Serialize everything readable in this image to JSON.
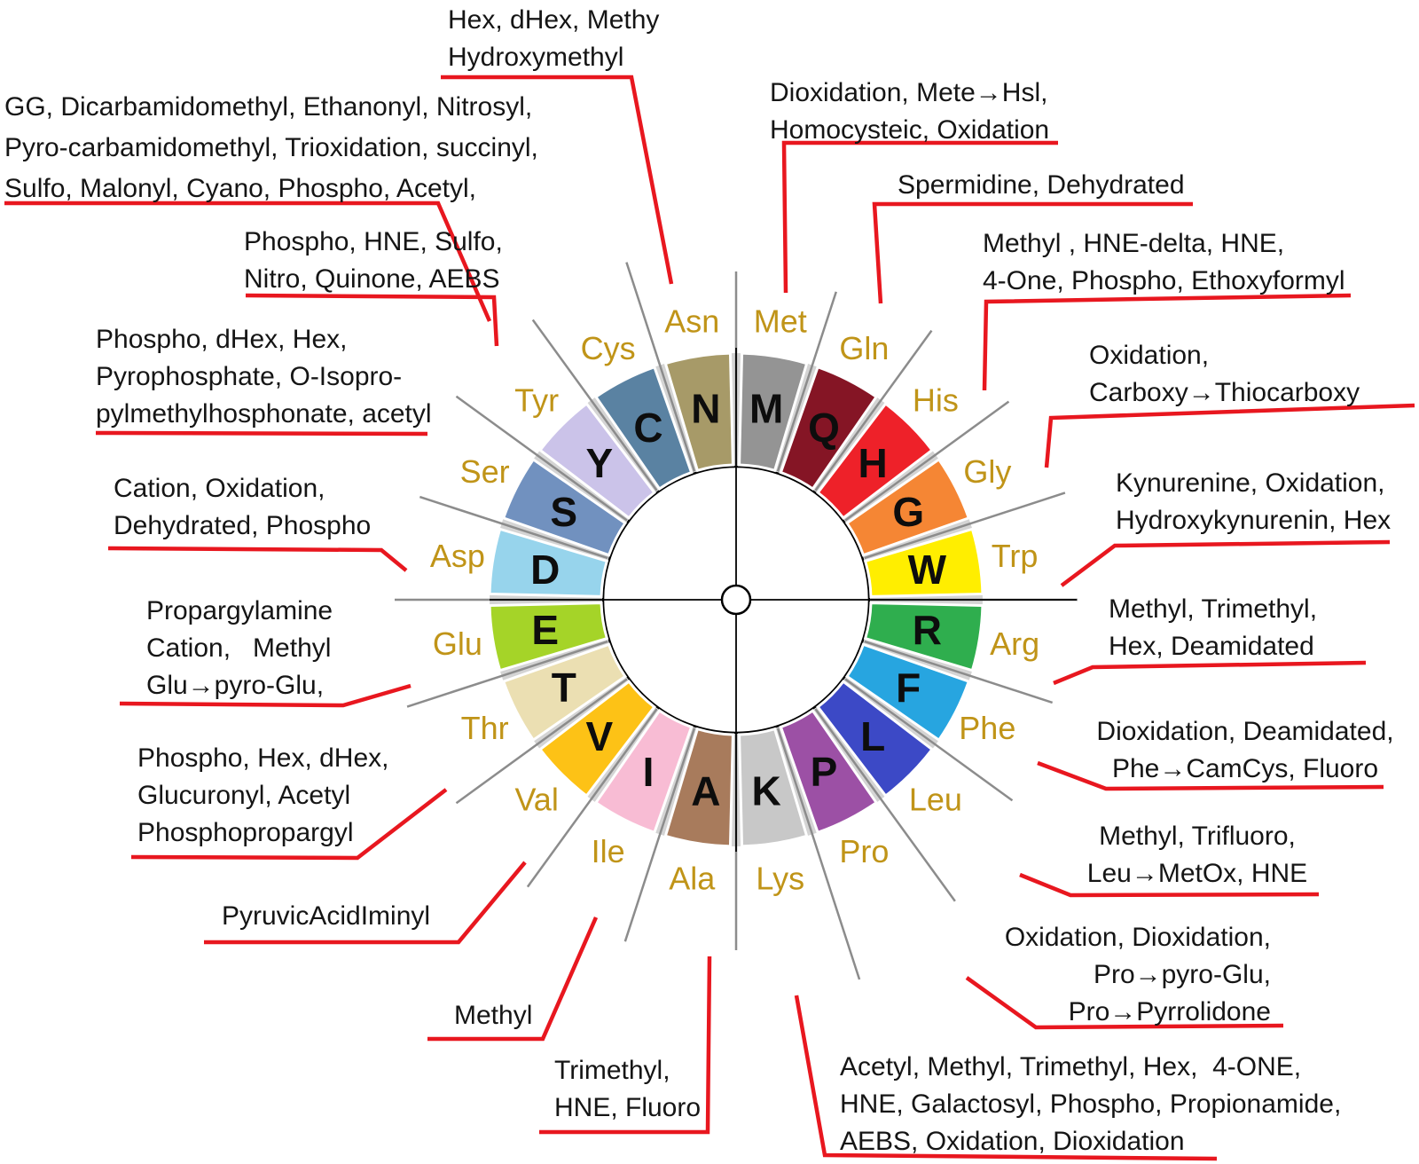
{
  "colors": {
    "annotation_text": "#151515",
    "leader_red": "#e8171f",
    "leader_gray": "#8c8c8c",
    "ring_gap_gray": "#d4d4d4",
    "label_gold": "#c09418",
    "letter_black": "#0d0d0d"
  },
  "wheel": {
    "segments": [
      {
        "letter": "M",
        "name": "Met",
        "color": "#949494"
      },
      {
        "letter": "Q",
        "name": "Gln",
        "color": "#851525"
      },
      {
        "letter": "H",
        "name": "His",
        "color": "#ee2129"
      },
      {
        "letter": "G",
        "name": "Gly",
        "color": "#f58634"
      },
      {
        "letter": "W",
        "name": "Trp",
        "color": "#ffee00"
      },
      {
        "letter": "R",
        "name": "Arg",
        "color": "#2fae4e"
      },
      {
        "letter": "F",
        "name": "Phe",
        "color": "#27a5e0"
      },
      {
        "letter": "L",
        "name": "Leu",
        "color": "#3c49c6"
      },
      {
        "letter": "P",
        "name": "Pro",
        "color": "#9c50a5"
      },
      {
        "letter": "K",
        "name": "Lys",
        "color": "#c8c8c8"
      },
      {
        "letter": "A",
        "name": "Ala",
        "color": "#a87b5c"
      },
      {
        "letter": "I",
        "name": "Ile",
        "color": "#f8bcd4"
      },
      {
        "letter": "V",
        "name": "Val",
        "color": "#fdc216"
      },
      {
        "letter": "T",
        "name": "Thr",
        "color": "#ebdfb2"
      },
      {
        "letter": "E",
        "name": "Glu",
        "color": "#a5d428"
      },
      {
        "letter": "D",
        "name": "Asp",
        "color": "#97d4ec"
      },
      {
        "letter": "S",
        "name": "Ser",
        "color": "#7191bf"
      },
      {
        "letter": "Y",
        "name": "Tyr",
        "color": "#cbc3e9"
      },
      {
        "letter": "C",
        "name": "Cys",
        "color": "#5a82a2"
      },
      {
        "letter": "N",
        "name": "Asn",
        "color": "#a79a68"
      }
    ]
  },
  "annotations": [
    {
      "id": "asn",
      "lines": [
        "Hex, dHex, Methy",
        "Hydroxymethyl"
      ]
    },
    {
      "id": "cys",
      "lines": [
        "GG, Dicarbamidomethyl, Ethanonyl, Nitrosyl,",
        "Pyro-carbamidomethyl, Trioxidation, succinyl,",
        "Sulfo, Malonyl, Cyano, Phospho, Acetyl,"
      ]
    },
    {
      "id": "met",
      "lines": [
        "Dioxidation, Mete→Hsl,",
        "Homocysteic, Oxidation"
      ]
    },
    {
      "id": "gln",
      "lines": [
        "Spermidine, Dehydrated"
      ]
    },
    {
      "id": "his",
      "lines": [
        "Methyl , HNE-delta, HNE,",
        "4-One, Phospho, Ethoxyformyl"
      ]
    },
    {
      "id": "gly",
      "lines": [
        "Oxidation,",
        "Carboxy→Thiocarboxy"
      ]
    },
    {
      "id": "trp",
      "lines": [
        "Kynurenine, Oxidation,",
        "Hydroxykynurenin, Hex"
      ]
    },
    {
      "id": "arg",
      "lines": [
        "Methyl, Trimethyl,",
        "Hex, Deamidated"
      ]
    },
    {
      "id": "phe",
      "lines": [
        "Dioxidation, Deamidated,",
        "Phe→CamCys, Fluoro"
      ]
    },
    {
      "id": "leu",
      "lines": [
        "Methyl, Trifluoro,",
        "Leu→MetOx, HNE"
      ]
    },
    {
      "id": "pro",
      "lines": [
        "Oxidation, Dioxidation,",
        "Pro→pyro-Glu,",
        "Pro→Pyrrolidone"
      ]
    },
    {
      "id": "lys",
      "lines": [
        "Acetyl, Methyl, Trimethyl, Hex,  4-ONE,",
        "HNE, Galactosyl, Phospho, Propionamide,",
        "AEBS, Oxidation, Dioxidation"
      ]
    },
    {
      "id": "ala",
      "lines": [
        "Trimethyl,",
        "HNE, Fluoro"
      ]
    },
    {
      "id": "ile",
      "lines": [
        "Methyl"
      ]
    },
    {
      "id": "val",
      "lines": [
        "PyruvicAcidIminyl"
      ]
    },
    {
      "id": "thr",
      "lines": [
        "Phospho, Hex, dHex,",
        "Glucuronyl, Acetyl",
        "Phosphopropargyl"
      ]
    },
    {
      "id": "glu",
      "lines": [
        "Propargylamine",
        "Cation,   Methyl",
        "Glu→pyro-Glu,"
      ]
    },
    {
      "id": "asp",
      "lines": [
        "Cation, Oxidation,",
        "Dehydrated, Phospho"
      ]
    },
    {
      "id": "ser",
      "lines": [
        "Phospho, dHex, Hex,",
        "Pyrophosphate, O-Isopro-",
        "pylmethylhosphonate, acetyl"
      ]
    },
    {
      "id": "tyr",
      "lines": [
        "Phospho, HNE, Sulfo,",
        "Nitro, Quinone, AEBS"
      ]
    }
  ]
}
